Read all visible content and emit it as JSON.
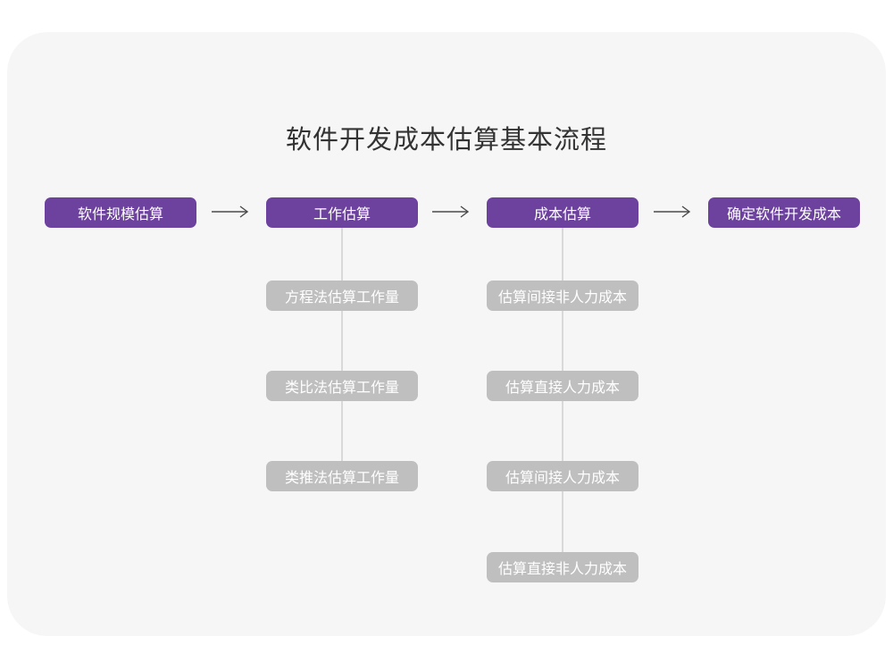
{
  "title": "软件开发成本估算基本流程",
  "colors": {
    "primary": "#6d419e",
    "secondary_box": "#bfbfbf",
    "connector": "#d9d9d9",
    "arrow": "#4a4a4a",
    "title_text": "#333333",
    "box_text": "#ffffff",
    "card_background": "#f6f6f7",
    "page_background": "#ffffff"
  },
  "flow": {
    "main_steps": [
      {
        "label": "软件规模估算"
      },
      {
        "label": "工作估算",
        "sub_steps": [
          "方程法估算工作量",
          "类比法估算工作量",
          "类推法估算工作量"
        ]
      },
      {
        "label": "成本估算",
        "sub_steps": [
          "估算间接非人力成本",
          "估算直接人力成本",
          "估算间接人力成本",
          "估算直接非人力成本"
        ]
      },
      {
        "label": "确定软件开发成本"
      }
    ]
  }
}
